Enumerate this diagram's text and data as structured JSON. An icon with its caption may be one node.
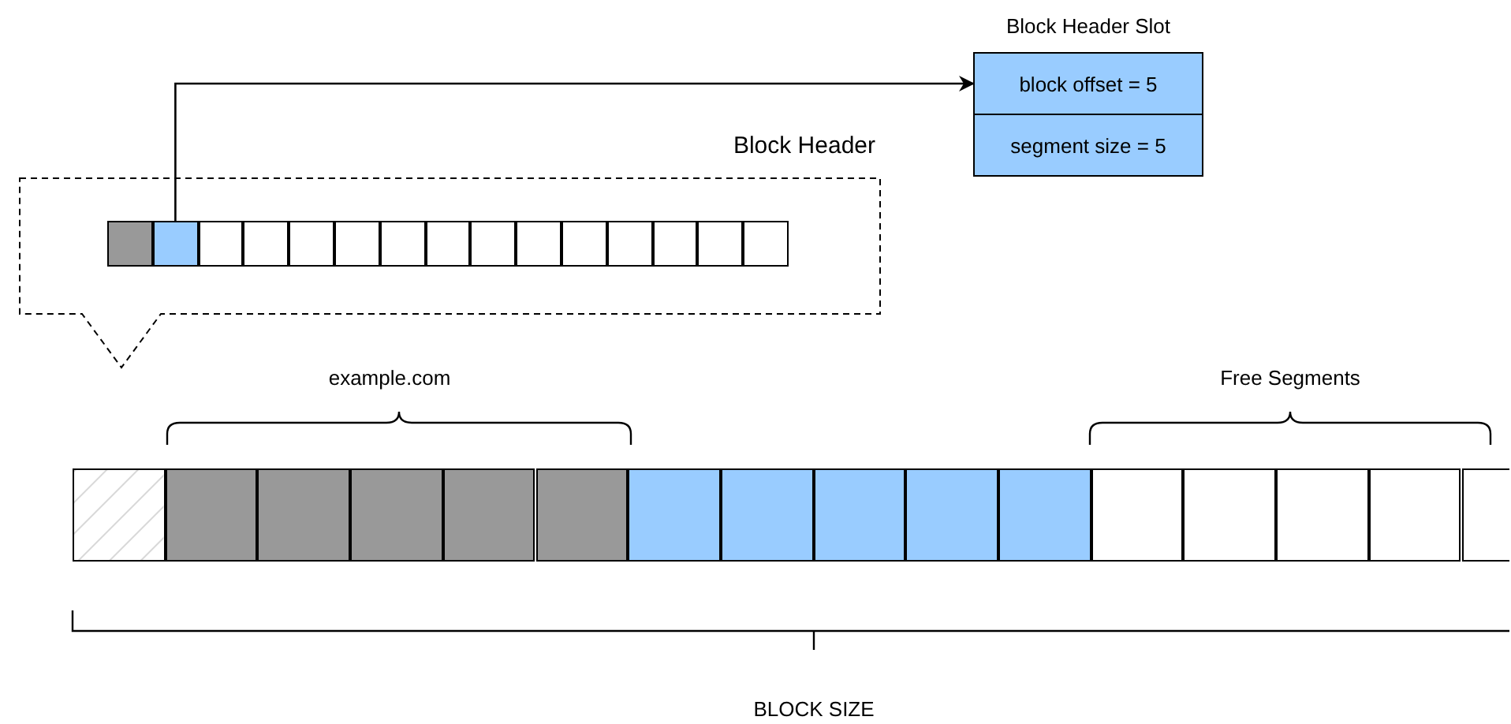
{
  "diagram": {
    "nodes": [
      {
        "text": [
          "Block Header"
        ]
      },
      {
        "text": [],
        "shape": "box",
        "in": 0
      },
      {
        "text": [],
        "shape": "box",
        "in": 0
      },
      {
        "text": [],
        "shape": "box",
        "in": 0
      },
      {
        "text": [],
        "shape": "box",
        "in": 0
      },
      {
        "text": [],
        "shape": "box",
        "in": 0
      },
      {
        "text": [],
        "shape": "box",
        "in": 0
      },
      {
        "text": [],
        "shape": "box",
        "in": 0
      },
      {
        "text": [],
        "shape": "box",
        "in": 0
      },
      {
        "text": [],
        "shape": "box",
        "in": 0
      },
      {
        "text": [],
        "shape": "box",
        "in": 0
      },
      {
        "text": [],
        "shape": "box",
        "in": 0
      },
      {
        "text": [],
        "shape": "box",
        "in": 0
      },
      {
        "text": [],
        "shape": "box",
        "in": 0
      },
      {
        "text": [],
        "shape": "box",
        "in": 0
      },
      {
        "text": [],
        "shape": "box",
        "in": 0
      },
      {
        "text": [
          "Block Header Slot"
        ]
      },
      {
        "text": [
          "block offset = 5"
        ],
        "in": 16
      },
      {
        "text": [
          "segment size = 5"
        ],
        "in": 16
      },
      {
        "text": [],
        "shape": "box"
      },
      {
        "text": [],
        "shape": "box"
      },
      {
        "text": [],
        "shape": "box"
      },
      {
        "text": [],
        "shape": "box"
      },
      {
        "text": [],
        "shape": "box"
      },
      {
        "text": [],
        "shape": "box"
      },
      {
        "text": [],
        "shape": "box"
      },
      {
        "text": [],
        "shape": "box"
      },
      {
        "text": [],
        "shape": "box"
      },
      {
        "text": [],
        "shape": "box"
      },
      {
        "text": [],
        "shape": "box"
      },
      {
        "text": [],
        "shape": "box"
      },
      {
        "text": [],
        "shape": "box"
      },
      {
        "text": [],
        "shape": "box"
      },
      {
        "text": [],
        "shape": "box"
      },
      {
        "text": [],
        "shape": "box"
      }
    ],
    "edges": [
      {
        "from": 2,
        "to": 17,
        "arrow": "to"
      }
    ],
    "labels": [
      "example.com",
      "Free Segments",
      "BLOCK SIZE"
    ]
  }
}
